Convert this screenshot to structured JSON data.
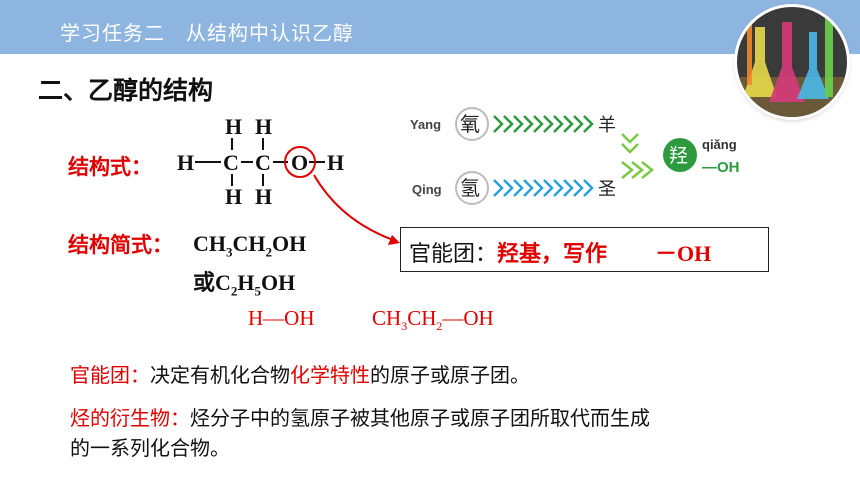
{
  "header": {
    "title": "学习任务二　从结构中认识乙醇"
  },
  "section": {
    "heading": "二、乙醇的结构"
  },
  "structural_formula": {
    "label": "结构式：",
    "h": "H",
    "c": "C",
    "o": "O"
  },
  "condensed_formula": {
    "label": "结构简式：",
    "line1": [
      "CH",
      "3",
      "CH",
      "2",
      "OH"
    ],
    "line2": [
      "或C",
      "2",
      "H",
      "5",
      "OH"
    ]
  },
  "hydroxy_diagram": {
    "yang": "Yang",
    "qing": "Qing",
    "yang_char": "氧",
    "qing_char": "氢",
    "yang_part": "羊",
    "qing_part": "圣",
    "result_char": "羟",
    "result_pinyin": "qiǎng",
    "result_oh": "—OH"
  },
  "callout": {
    "prefix": "官能团：",
    "name": "羟基，写作",
    "formula": "－OH"
  },
  "examples": {
    "ex1": "H—OH",
    "ex2": [
      "CH",
      "3",
      "CH",
      "2",
      "—OH"
    ]
  },
  "definitions": {
    "functional_group": {
      "term": "官能团：",
      "text1": "决定有机化合物",
      "highlight": "化学特性",
      "text2": "的原子或原子团。"
    },
    "derivative": {
      "term": "烃的衍生物：",
      "line1": "烃分子中的氢原子被其他原子或原子团所取代而生成",
      "line2": "的一系列化合物。"
    }
  },
  "colors": {
    "accent_red": "#e00000",
    "banner": "#8db5e0",
    "green": "#2e9a3e",
    "blue": "#2aa2d8"
  }
}
